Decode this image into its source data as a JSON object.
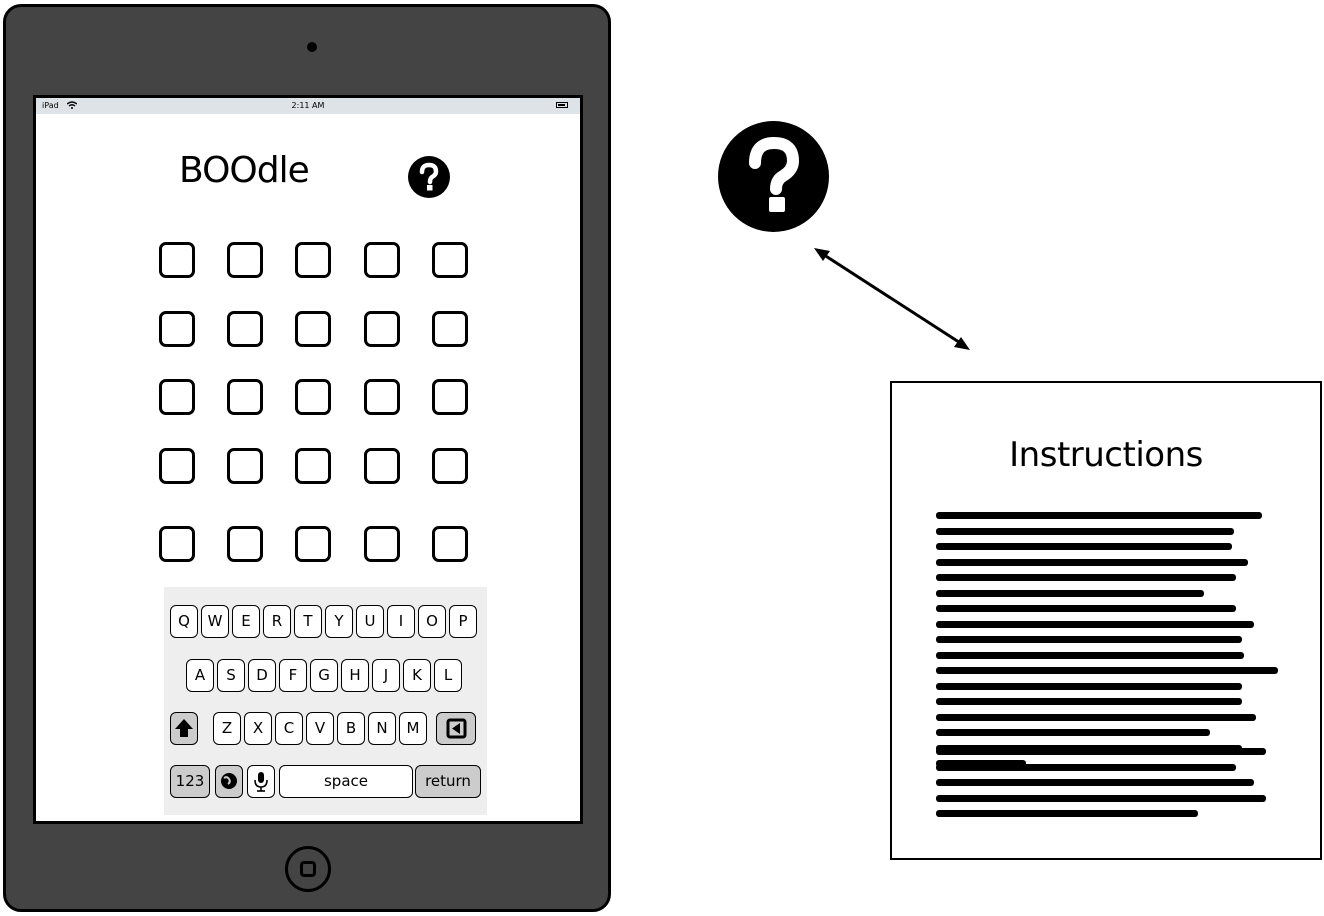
{
  "status_bar": {
    "carrier": "iPad",
    "time": "2:11 AM"
  },
  "app": {
    "title": "BOOdle",
    "help_icon": "question-circle-icon"
  },
  "grid": {
    "rows": 5,
    "cols": 5
  },
  "keyboard": {
    "row1": [
      "Q",
      "W",
      "E",
      "R",
      "T",
      "Y",
      "U",
      "I",
      "O",
      "P"
    ],
    "row2": [
      "A",
      "S",
      "D",
      "F",
      "G",
      "H",
      "J",
      "K",
      "L"
    ],
    "row3": [
      "Z",
      "X",
      "C",
      "V",
      "B",
      "N",
      "M"
    ],
    "shift_icon": "arrow-up-icon",
    "backspace_icon": "backspace-icon",
    "numbers_label": "123",
    "globe_icon": "globe-icon",
    "mic_icon": "microphone-icon",
    "space_label": "space",
    "return_label": "return"
  },
  "instructions": {
    "title": "Instructions"
  },
  "colors": {
    "frame": "#444444",
    "statusbar": "#dde3e6",
    "keyboard_bg": "#eeeeee",
    "special_key": "#cccccc"
  }
}
